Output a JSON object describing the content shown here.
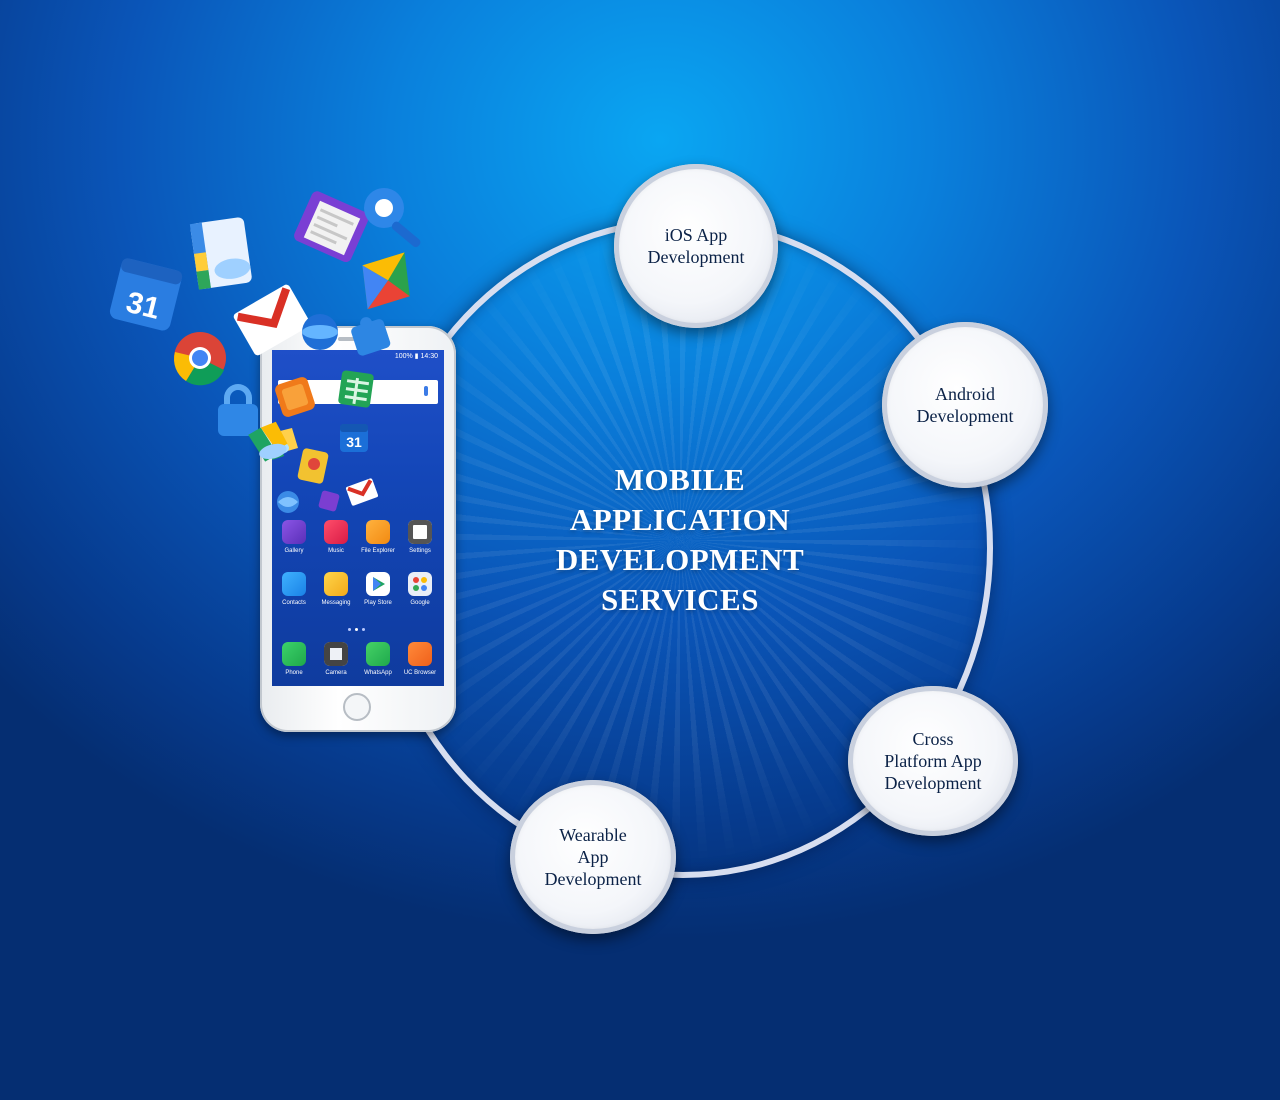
{
  "center_title": [
    "MOBILE",
    "APPLICATION",
    "DEVELOPMENT",
    "SERVICES"
  ],
  "services": {
    "ios": [
      "iOS App",
      "Development"
    ],
    "android": [
      "Android",
      "Development"
    ],
    "cross": [
      "Cross",
      "Platform App",
      "Development"
    ],
    "wearable": [
      "Wearable",
      "App",
      "Development"
    ]
  },
  "phone": {
    "status_text": "100% ▮ 14:30",
    "row1": [
      "Gallery",
      "Music",
      "File Explorer",
      "Settings"
    ],
    "row2": [
      "Contacts",
      "Messaging",
      "Play Store",
      "Google"
    ],
    "dock": [
      "Phone",
      "Camera",
      "WhatsApp",
      "UC Browser"
    ],
    "calendar_day": "31"
  },
  "floating_icons": {
    "calendar_day": "31",
    "icons": [
      "calendar-icon",
      "drive-icon",
      "docs-icon",
      "newspaper-icon",
      "settings-search-icon",
      "play-books-icon",
      "gmail-icon",
      "chrome-icon",
      "earth-icon",
      "puzzle-icon",
      "lock-icon",
      "sheets-icon",
      "maps-icon"
    ]
  },
  "colors": {
    "bg_light": "#0aa6f2",
    "bg_dark": "#052e72",
    "ring": "#d7def0",
    "node_text": "#0b2247",
    "title_text": "#ffffff"
  }
}
